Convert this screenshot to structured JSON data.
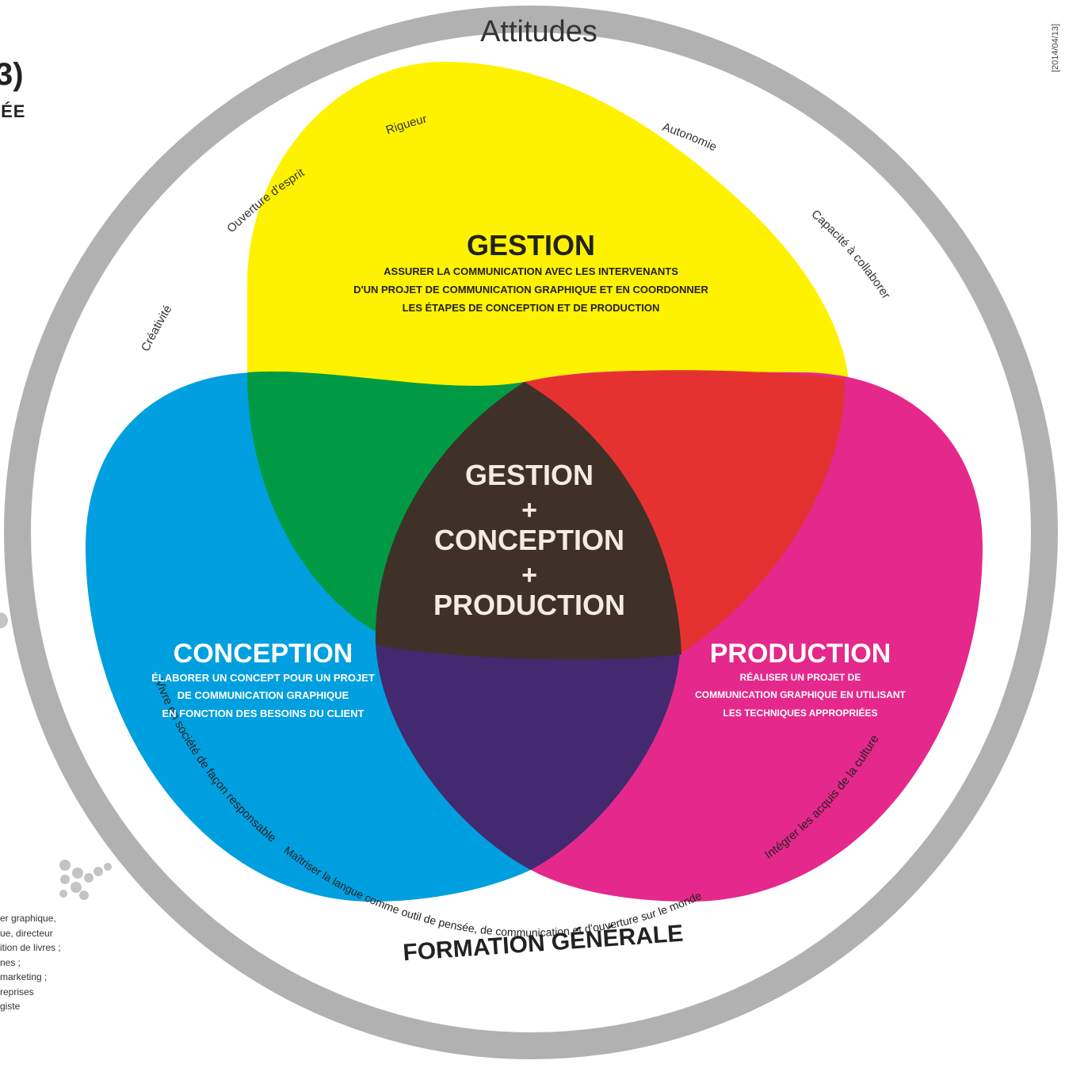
{
  "ring": {
    "title": "Attitudes",
    "attitudes": [
      "Créativité",
      "Ouverture d'esprit",
      "Rigueur",
      "Autonomie",
      "Capacité à collaborer"
    ],
    "bottom_title": "FORMATION GÉNÉRALE",
    "general": [
      "Vivre en société de façon responsable",
      "Maîtriser la langue comme outil de pensée, de communication et d'ouverture sur le monde",
      "Intégrer les acquis de la culture"
    ]
  },
  "gestion": {
    "title": "GESTION",
    "lines": [
      "ASSURER LA COMMUNICATION AVEC LES INTERVENANTS",
      "D'UN PROJET DE COMMUNICATION GRAPHIQUE ET EN COORDONNER",
      "LES ÉTAPES DE CONCEPTION ET DE PRODUCTION"
    ]
  },
  "conception": {
    "title": "CONCEPTION",
    "lines": [
      "ÉLABORER UN CONCEPT POUR UN PROJET",
      "DE COMMUNICATION GRAPHIQUE",
      "EN FONCTION DES BESOINS DU CLIENT"
    ]
  },
  "production": {
    "title": "PRODUCTION",
    "lines": [
      "RÉALISER UN PROJET DE",
      "COMMUNICATION GRAPHIQUE EN UTILISANT",
      "LES TECHNIQUES APPROPRIÉES"
    ]
  },
  "center": {
    "line1": "GESTION",
    "plus1": "+",
    "line2": "CONCEPTION",
    "plus2": "+",
    "line3": "PRODUCTION"
  },
  "side": {
    "big": "3)",
    "sub": "IÉE",
    "list": [
      "er graphique,",
      "ue, directeur",
      "",
      "ition de livres ;",
      "nes ;",
      "marketing ;",
      "reprises",
      "giste"
    ]
  },
  "date": "[2014/04/13]",
  "colors": {
    "ring": "#b1b1b1",
    "yellow": "#fff200",
    "cyan": "#009fdf",
    "magenta": "#e5288b",
    "green": "#009a44",
    "red": "#e53230",
    "purple": "#43296f",
    "center": "#3f3128"
  }
}
